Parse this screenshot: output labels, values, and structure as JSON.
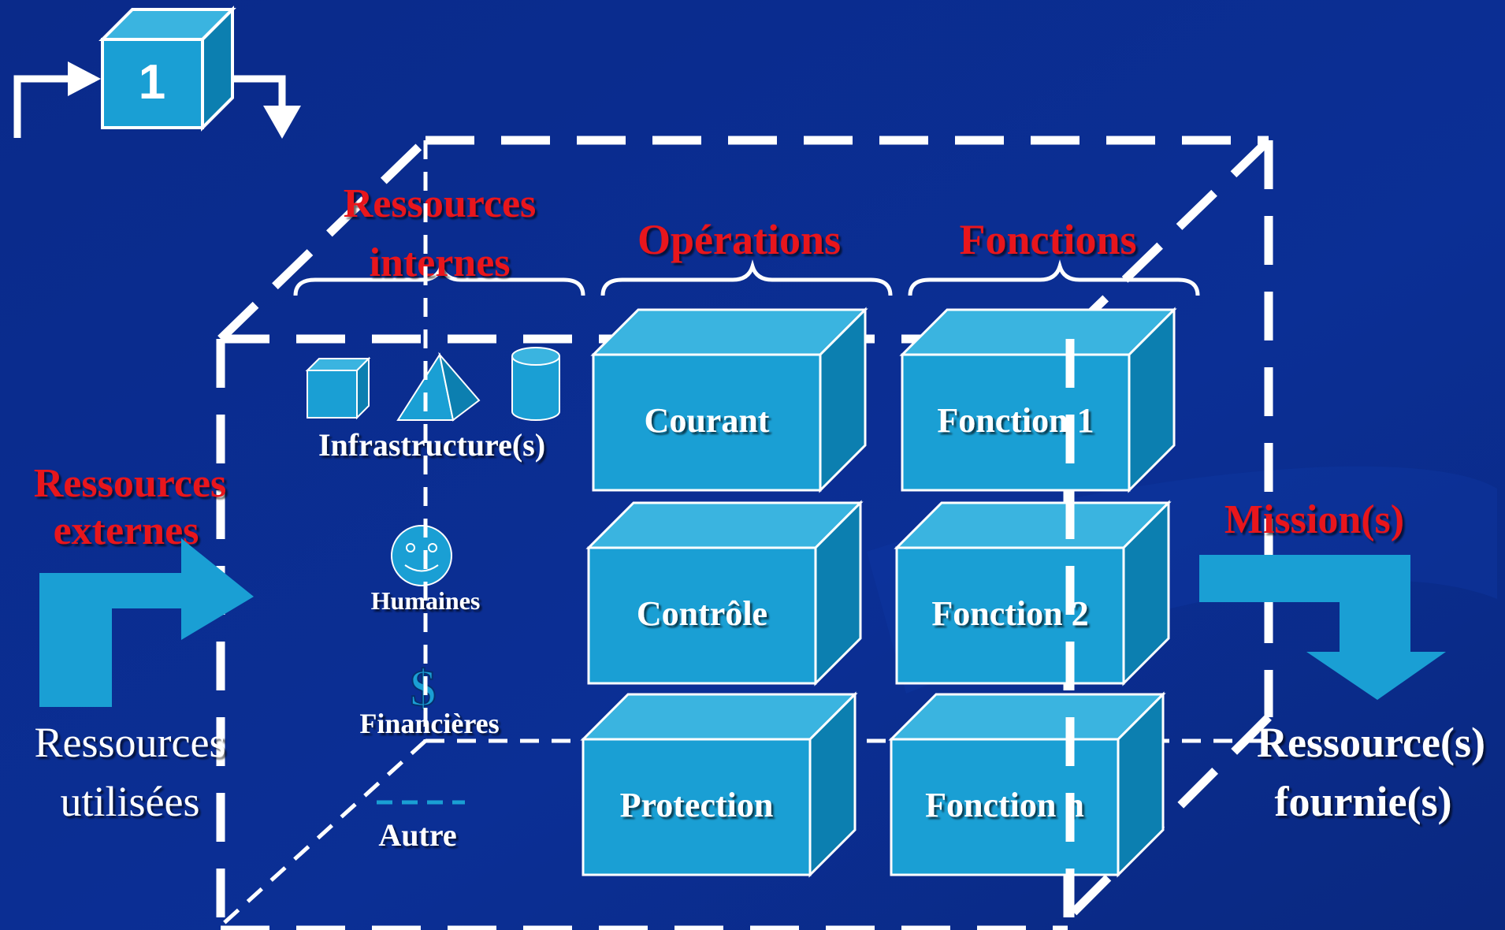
{
  "badge": {
    "number": "1"
  },
  "headings": {
    "internal_line1": "Ressources",
    "internal_line2": "internes",
    "operations": "Opérations",
    "functions": "Fonctions",
    "external_line1": "Ressources",
    "external_line2": "externes",
    "mission": "Mission(s)"
  },
  "internal_resources": {
    "infrastructure": "Infrastructure(s)",
    "human": "Humaines",
    "dollar": "$",
    "financial": "Financières",
    "other": "Autre"
  },
  "operations": [
    "Courant",
    "Contrôle",
    "Protection"
  ],
  "functions": [
    "Fonction 1",
    "Fonction 2",
    "Fonction n"
  ],
  "inputs": {
    "line1": "Ressources",
    "line2": "utilisées"
  },
  "outputs": {
    "line1": "Ressource(s)",
    "line2": "fournie(s)"
  },
  "colors": {
    "background": "#0a2a8a",
    "box_front": "#1a9fd4",
    "box_top": "#3ab4e0",
    "box_side": "#0c7fb0",
    "heading_red": "#e8121a",
    "text": "#ffffff"
  }
}
